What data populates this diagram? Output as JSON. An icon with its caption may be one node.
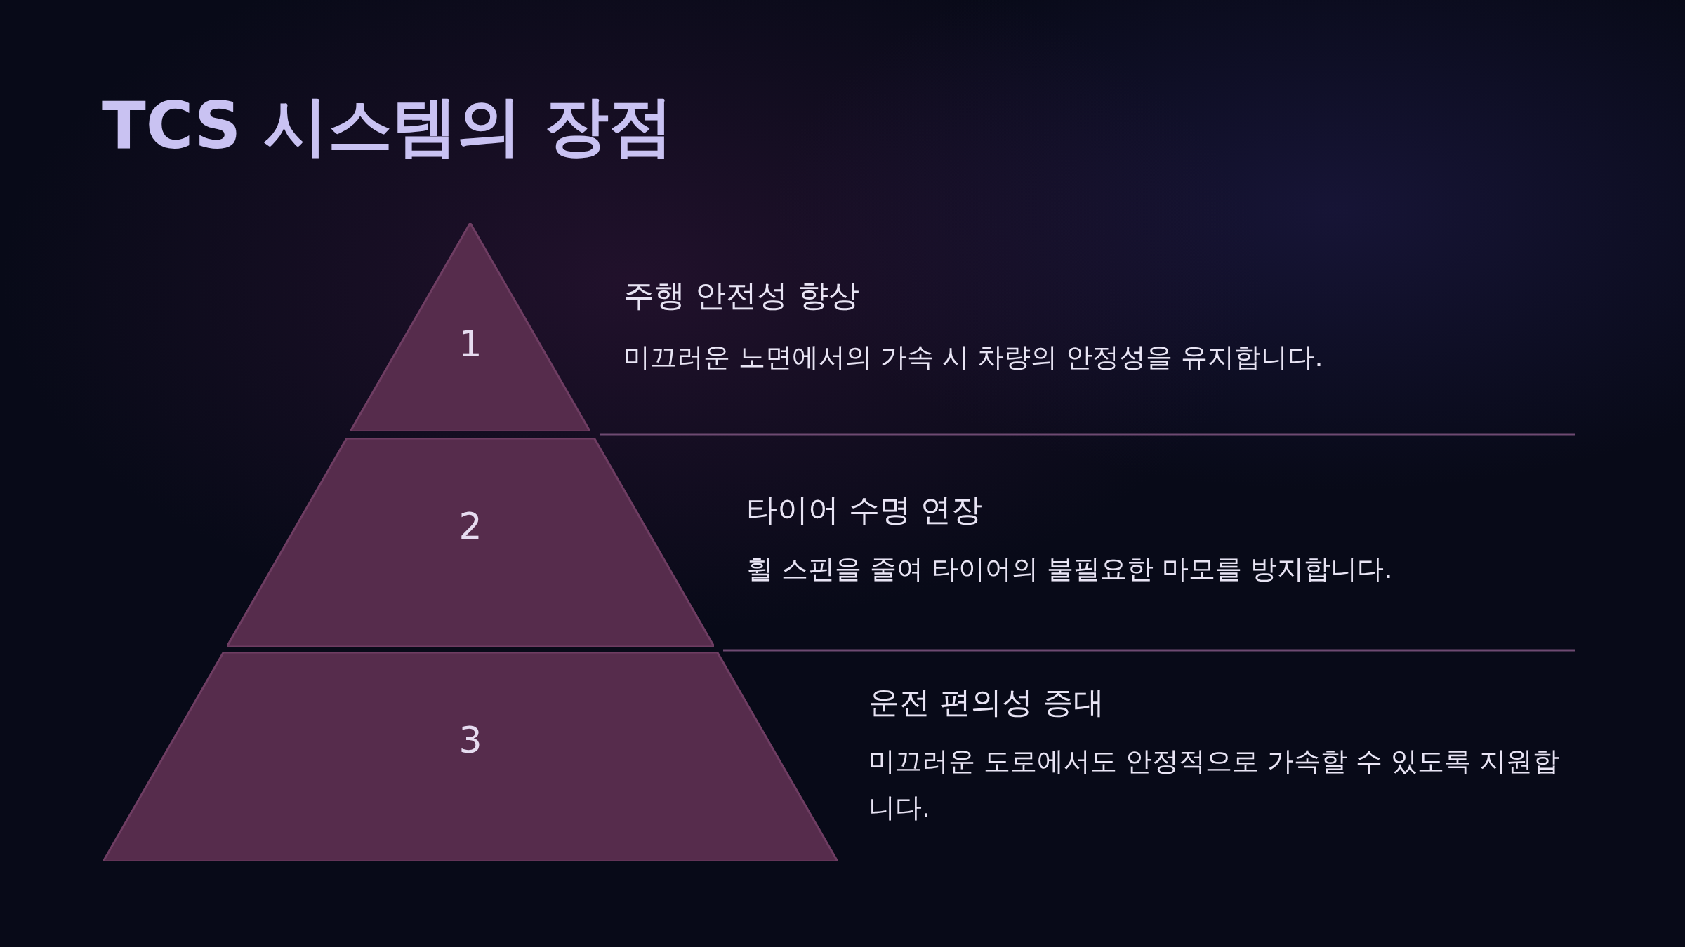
{
  "diagram": {
    "title": "TCS 시스템의 장점",
    "nodes": [
      {
        "text": [
          "1"
        ],
        "beside": [
          "주행 안전성 향상",
          "미끄러운 노면에서의 가속 시 차량의 안정성을 유지합니다."
        ]
      },
      {
        "text": [
          "2"
        ],
        "beside": [
          "타이어 수명 연장",
          "휠 스핀을 줄여 타이어의 불필요한 마모를 방지합니다."
        ]
      },
      {
        "text": [
          "3"
        ],
        "beside": [
          "운전 편의성 증대",
          "미끄러운 도로에서도 안정적으로 가속할 수 있도록 지원합니다."
        ]
      }
    ],
    "edges": []
  }
}
